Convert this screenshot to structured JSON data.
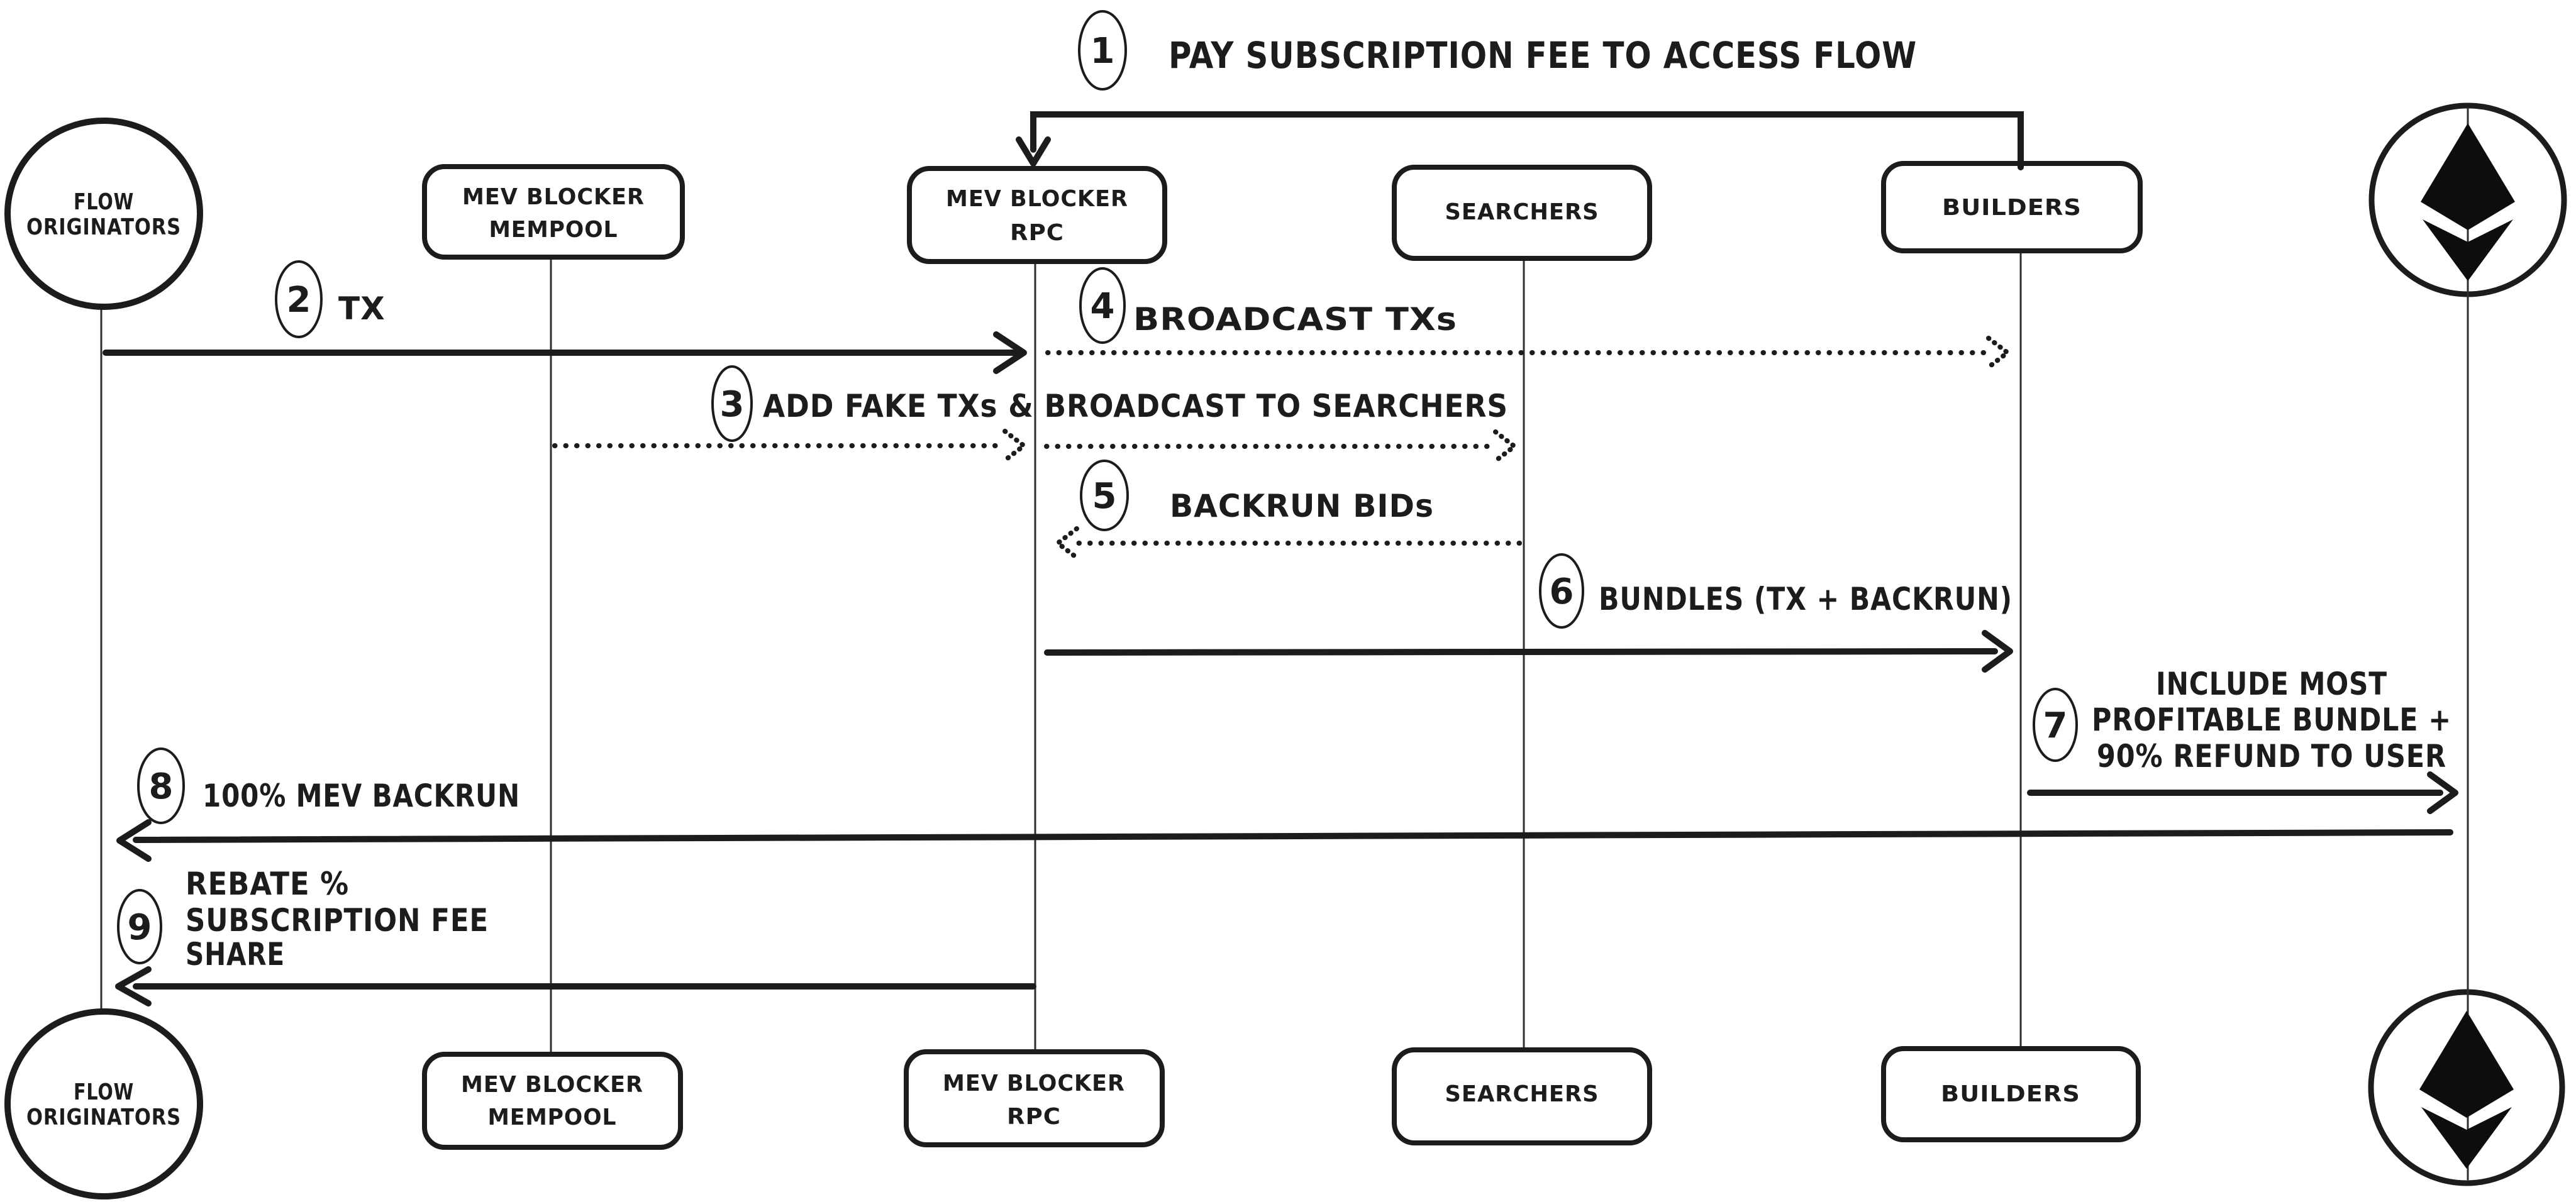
{
  "colors": {
    "ink": "#1c1c1c",
    "background": "#ffffff"
  },
  "actors": {
    "flow_originators": {
      "line1": "FLOW",
      "line2": "ORIGINATORS"
    },
    "mev_blocker_mempool": {
      "line1": "MEV BLOCKER",
      "line2": "MEMPOOL"
    },
    "mev_blocker_rpc": {
      "line1": "MEV BLOCKER",
      "line2": "RPC"
    },
    "searchers": {
      "label": "SEARCHERS"
    },
    "builders": {
      "label": "BUILDERS"
    },
    "ethereum": {
      "icon": "ethereum-logo"
    }
  },
  "steps": {
    "s1": {
      "num": "1",
      "label": "PAY SUBSCRIPTION FEE TO ACCESS FLOW"
    },
    "s2": {
      "num": "2",
      "label": "TX"
    },
    "s3": {
      "num": "3",
      "label": "ADD FAKE TXs & BROADCAST TO SEARCHERS"
    },
    "s4": {
      "num": "4",
      "label": "BROADCAST TXs"
    },
    "s5": {
      "num": "5",
      "label": "BACKRUN BIDs"
    },
    "s6": {
      "num": "6",
      "label": "BUNDLES (TX + BACKRUN)"
    },
    "s7": {
      "num": "7",
      "line1": "INCLUDE MOST",
      "line2": "PROFITABLE BUNDLE +",
      "line3": "90% REFUND TO USER"
    },
    "s8": {
      "num": "8",
      "label": "100% MEV BACKRUN"
    },
    "s9": {
      "num": "9",
      "line1": "REBATE %",
      "line2": "SUBSCRIPTION FEE",
      "line3": "SHARE"
    }
  }
}
